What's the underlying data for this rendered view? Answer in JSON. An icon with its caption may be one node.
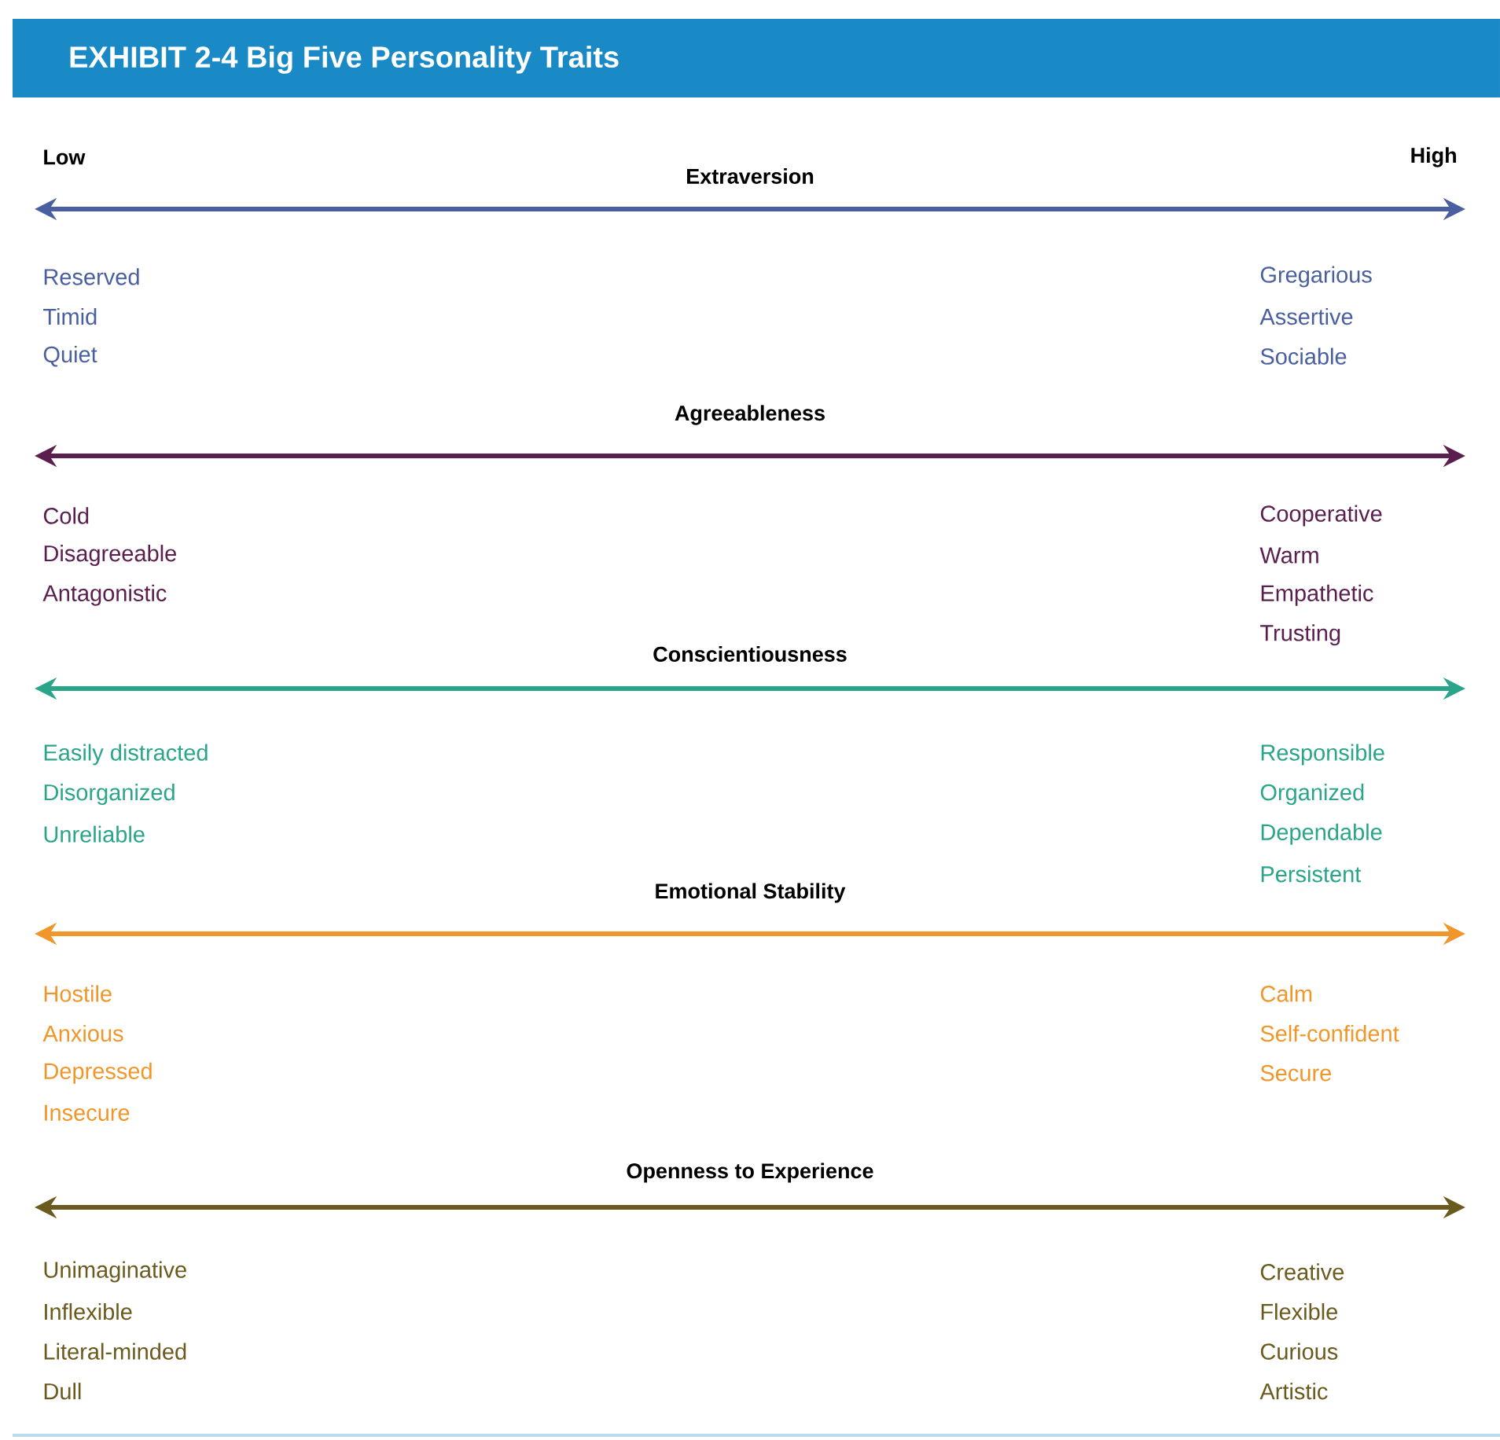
{
  "diagram": {
    "title": "EXHIBIT 2-4  Big Five Personality Traits",
    "labels": [
      "Low",
      "High",
      "Extraversion",
      "Reserved",
      "Timid",
      "Quiet",
      "Gregarious",
      "Assertive",
      "Sociable",
      "Agreeableness",
      "Cold",
      "Disagreeable",
      "Antagonistic",
      "Cooperative",
      "Warm",
      "Empathetic",
      "Trusting",
      "Conscientiousness",
      "Easily distracted",
      "Disorganized",
      "Unreliable",
      "Responsible",
      "Organized",
      "Dependable",
      "Persistent",
      "Emotional Stability",
      "Hostile",
      "Anxious",
      "Depressed",
      "Insecure",
      "Calm",
      "Self-confident",
      "Secure",
      "Openness to Experience",
      "Unimaginative",
      "Inflexible",
      "Literal-minded",
      "Dull",
      "Creative",
      "Flexible",
      "Curious",
      "Artistic"
    ]
  }
}
